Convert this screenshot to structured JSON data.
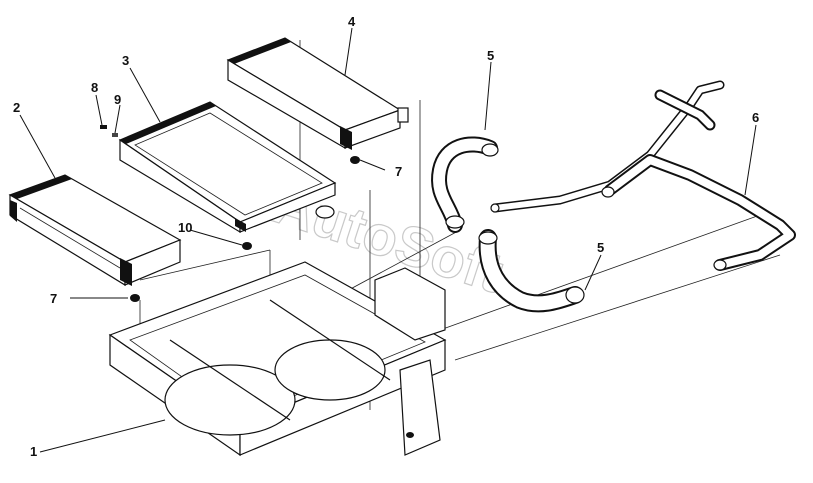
{
  "watermark": "AutoSoft",
  "callouts": [
    {
      "id": "1",
      "text": "1"
    },
    {
      "id": "2",
      "text": "2"
    },
    {
      "id": "3",
      "text": "3"
    },
    {
      "id": "4",
      "text": "4"
    },
    {
      "id": "5a",
      "text": "5"
    },
    {
      "id": "5b",
      "text": "5"
    },
    {
      "id": "6",
      "text": "6"
    },
    {
      "id": "7a",
      "text": "7"
    },
    {
      "id": "7b",
      "text": "7"
    },
    {
      "id": "8",
      "text": "8"
    },
    {
      "id": "9",
      "text": "9"
    },
    {
      "id": "10",
      "text": "10"
    }
  ],
  "colors": {
    "line": "#111111",
    "watermark": "#c9c9c9",
    "background": "#ffffff"
  }
}
